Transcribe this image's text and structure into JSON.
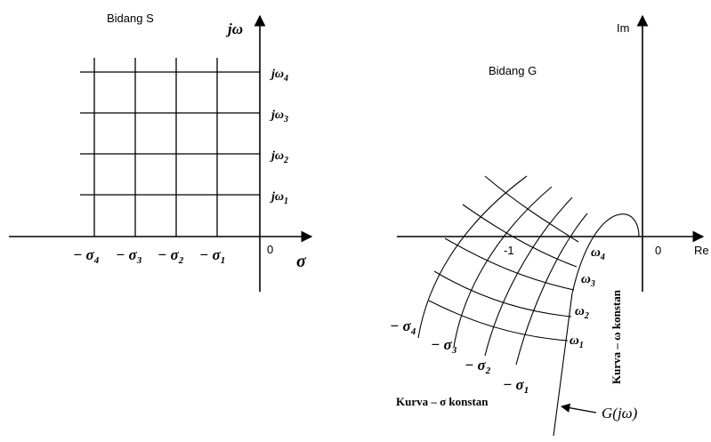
{
  "s_plane": {
    "title": "Bidang S",
    "imag_axis": "jω",
    "real_axis": "σ",
    "origin": "0",
    "omega_labels": [
      {
        "base": "jω",
        "sub": "4"
      },
      {
        "base": "jω",
        "sub": "3"
      },
      {
        "base": "jω",
        "sub": "2"
      },
      {
        "base": "jω",
        "sub": "1"
      }
    ],
    "sigma_labels": [
      {
        "base": "− σ",
        "sub": "4"
      },
      {
        "base": "− σ",
        "sub": "3"
      },
      {
        "base": "− σ",
        "sub": "2"
      },
      {
        "base": "− σ",
        "sub": "1"
      }
    ]
  },
  "g_plane": {
    "title": "Bidang G",
    "imag_axis": "Im",
    "real_axis": "Re",
    "origin": "0",
    "minus_one": "-1",
    "omega_labels": [
      {
        "base": "ω",
        "sub": "4"
      },
      {
        "base": "ω",
        "sub": "3"
      },
      {
        "base": "ω",
        "sub": "2"
      },
      {
        "base": "ω",
        "sub": "1"
      }
    ],
    "sigma_labels": [
      {
        "base": "− σ",
        "sub": "4"
      },
      {
        "base": "− σ",
        "sub": "3"
      },
      {
        "base": "− σ",
        "sub": "2"
      },
      {
        "base": "− σ",
        "sub": "1"
      }
    ],
    "omega_curve_label": "Kurva – ω konstan",
    "sigma_curve_label": "Kurva – σ konstan",
    "gjw_label": "G(jω)"
  }
}
